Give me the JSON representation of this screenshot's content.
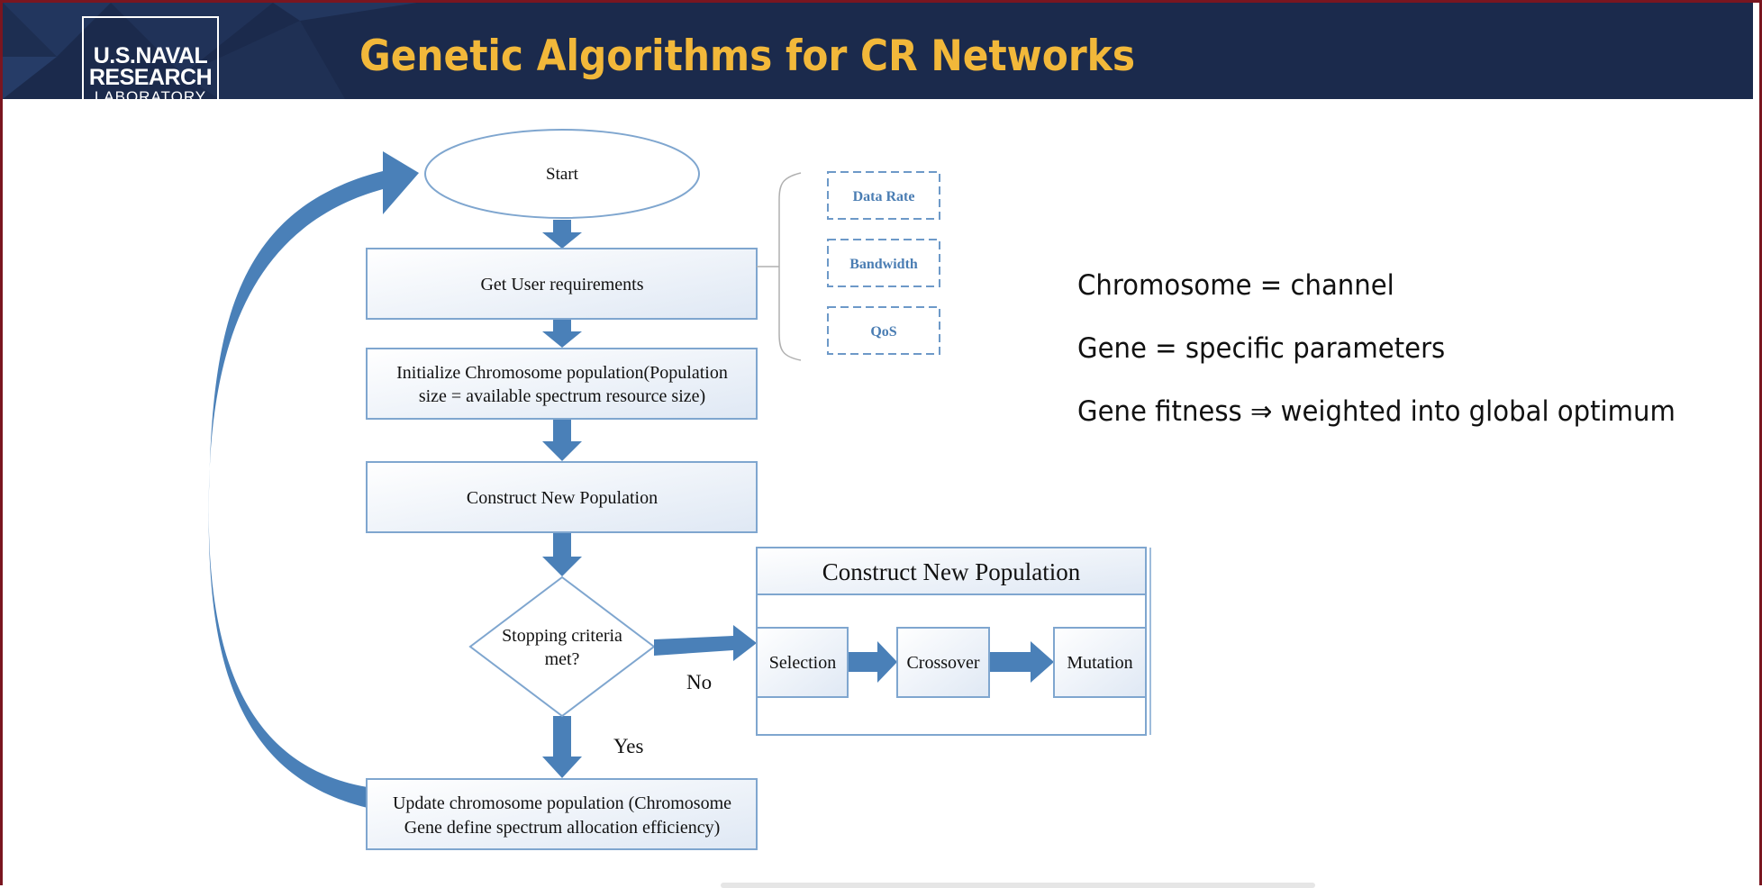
{
  "slide": {
    "title": "Genetic Algorithms for CR Networks",
    "logo": {
      "line1": "U.S.NAVAL",
      "line2": "RESEARCH",
      "line3": "LABORATORY"
    },
    "colors": {
      "header_bg": "#1b2a4c",
      "title": "#f2b83a",
      "accent_blue": "#4a80b8",
      "box_border": "#7fa6cf"
    }
  },
  "flowchart": {
    "start": "Start",
    "get_requirements": "Get User requirements",
    "init_line1": "Initialize Chromosome population(Population",
    "init_line2": "size = available spectrum resource size)",
    "construct": "Construct New Population",
    "decision_line1": "Stopping criteria",
    "decision_line2": "met?",
    "label_no": "No",
    "label_yes": "Yes",
    "update_line1": "Update chromosome population (Chromosome",
    "update_line2": "Gene define spectrum allocation efficiency)",
    "requirements": [
      "Data Rate",
      "Bandwidth",
      "QoS"
    ],
    "subprocess": {
      "title": "Construct New Population",
      "steps": [
        "Selection",
        "Crossover",
        "Mutation"
      ]
    }
  },
  "bullets": [
    "Chromosome = channel",
    "Gene = specific parameters",
    "Gene fitness ⇒ weighted into global optimum"
  ]
}
